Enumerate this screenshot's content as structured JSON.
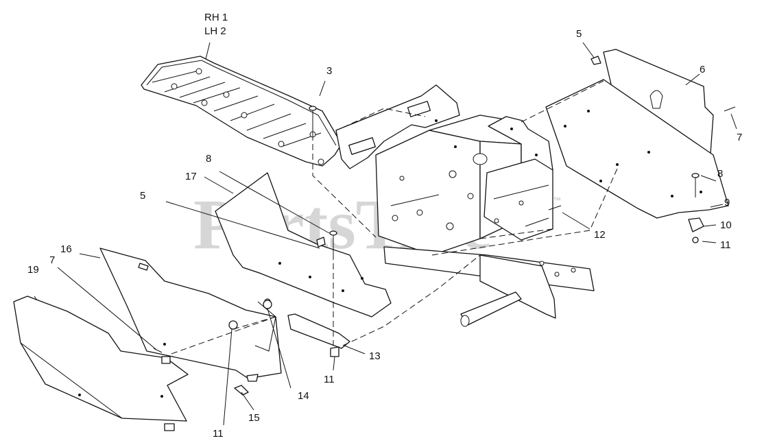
{
  "watermark": {
    "text": "PartsTree",
    "trademark": "™"
  },
  "callouts": {
    "rh": "RH 1",
    "lh": "LH 2",
    "c3": "3",
    "c5_top": "5",
    "c6": "6",
    "c7_right": "7",
    "c8_right": "8",
    "c9": "9",
    "c10": "10",
    "c11_right": "11",
    "c12": "12",
    "c8_left": "8",
    "c17": "17",
    "c5_left": "5",
    "c16": "16",
    "c19": "19",
    "c7_left": "7",
    "c13": "13",
    "c11_mid": "11",
    "c14": "14",
    "c15": "15",
    "c11_bottom": "11"
  },
  "colors": {
    "line": "#111111",
    "watermark": "#cfcfcf",
    "background": "#ffffff"
  }
}
